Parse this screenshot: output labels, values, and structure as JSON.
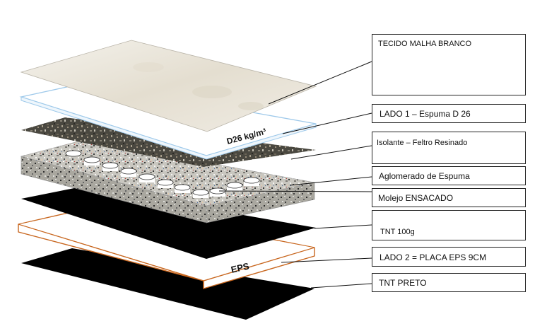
{
  "layers": {
    "d26_text": "D26 kg/m³",
    "eps_text": "EPS"
  },
  "labels": [
    "TECIDO MALHA BRANCO",
    "LADO 1 – Espuma D 26",
    "Isolante – Feltro Resinado",
    "Aglomerado de Espuma",
    "Molejo ENSACADO",
    "TNT 100g",
    "LADO 2 = PLACA EPS 9CM",
    "TNT PRETO"
  ],
  "colors": {
    "fabric": "#ece8df",
    "foam_outline": "#9ec9ea",
    "felt": "#4a4840",
    "agglomerate": "#b8b6ae",
    "spring": "#ffffff",
    "tnt": "#000000",
    "eps_outline": "#c8661e"
  }
}
